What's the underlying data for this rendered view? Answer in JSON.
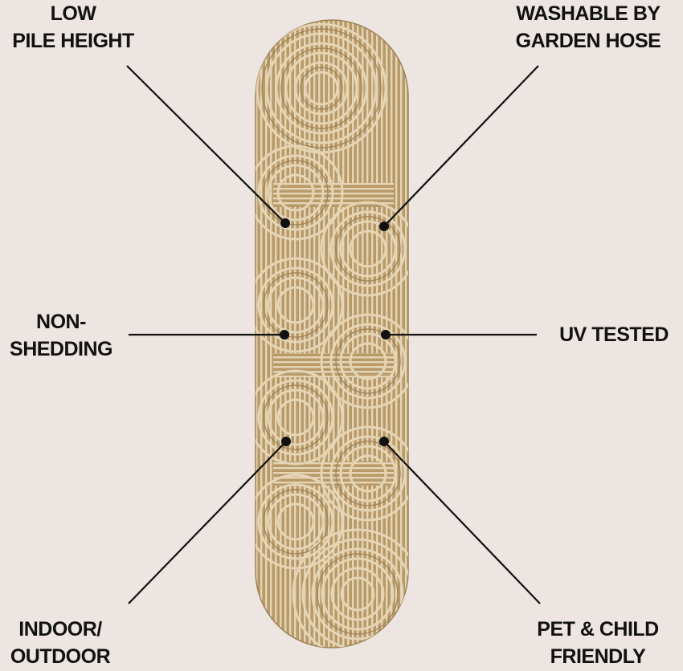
{
  "features": {
    "low_pile": {
      "line1": "LOW",
      "line2": "PILE HEIGHT"
    },
    "washable": {
      "line1": "WASHABLE BY",
      "line2": "GARDEN HOSE"
    },
    "non_shedding": {
      "line1": "NON-",
      "line2": "SHEDDING"
    },
    "uv_tested": {
      "line1": "UV TESTED"
    },
    "indoor_outdoor": {
      "line1": "INDOOR/",
      "line2": "OUTDOOR"
    },
    "pet_child": {
      "line1": "PET & CHILD",
      "line2": "FRIENDLY"
    }
  },
  "colors": {
    "background": "#ede5e1",
    "rug_base": "#b79a6b",
    "rug_cream": "#e6d7b8",
    "rug_stripe": "#8c6f45",
    "ink": "#111111"
  }
}
